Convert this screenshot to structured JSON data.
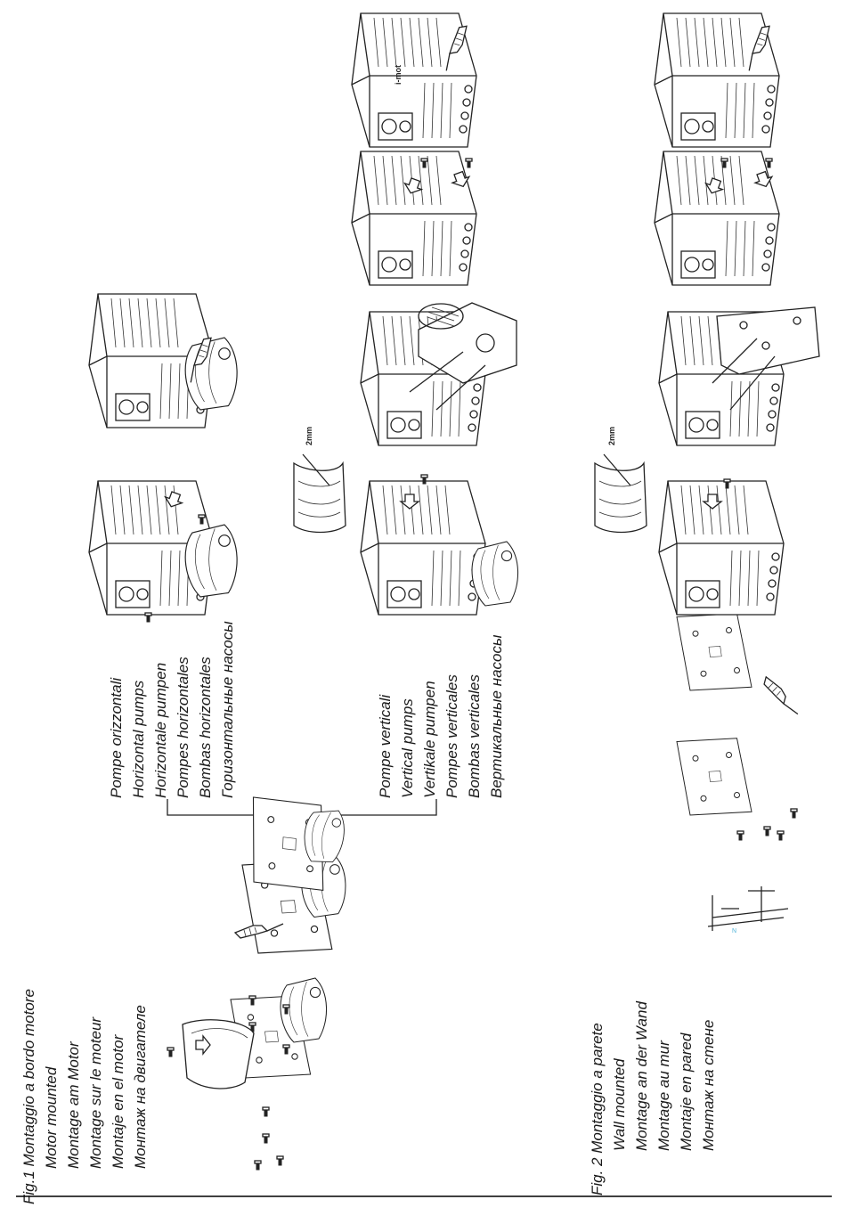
{
  "fig1": {
    "title": "Fig.1  Montaggio a bordo motore",
    "lines": [
      "Motor mounted",
      "Montage am Motor",
      "Montage sur le moteur",
      "Montaje en el motor",
      "Монтаж на двигателе"
    ]
  },
  "horizontal": {
    "lines": [
      "Pompe orizzontali",
      "Horizontal pumps",
      "Horizontale pumpen",
      "Pompes horizontales",
      "Bombas horizontales",
      "Горизонтальные насосы"
    ]
  },
  "vertical": {
    "lines": [
      "Pompe verticali",
      "Vertical pumps",
      "Vertikale pumpen",
      "Pompes verticales",
      "Bombas verticales",
      "Вертикальные насосы"
    ]
  },
  "fig2": {
    "title": "Fig. 2  Montaggio a parete",
    "lines": [
      "Wall mounted",
      "Montage an der Wand",
      "Montage au mur",
      "Montaje en pared",
      "Монтаж на стене"
    ]
  },
  "gap_label_1": "2mm",
  "gap_label_2": "2mm",
  "logo_text": "i-mot",
  "drill_mark": "N"
}
